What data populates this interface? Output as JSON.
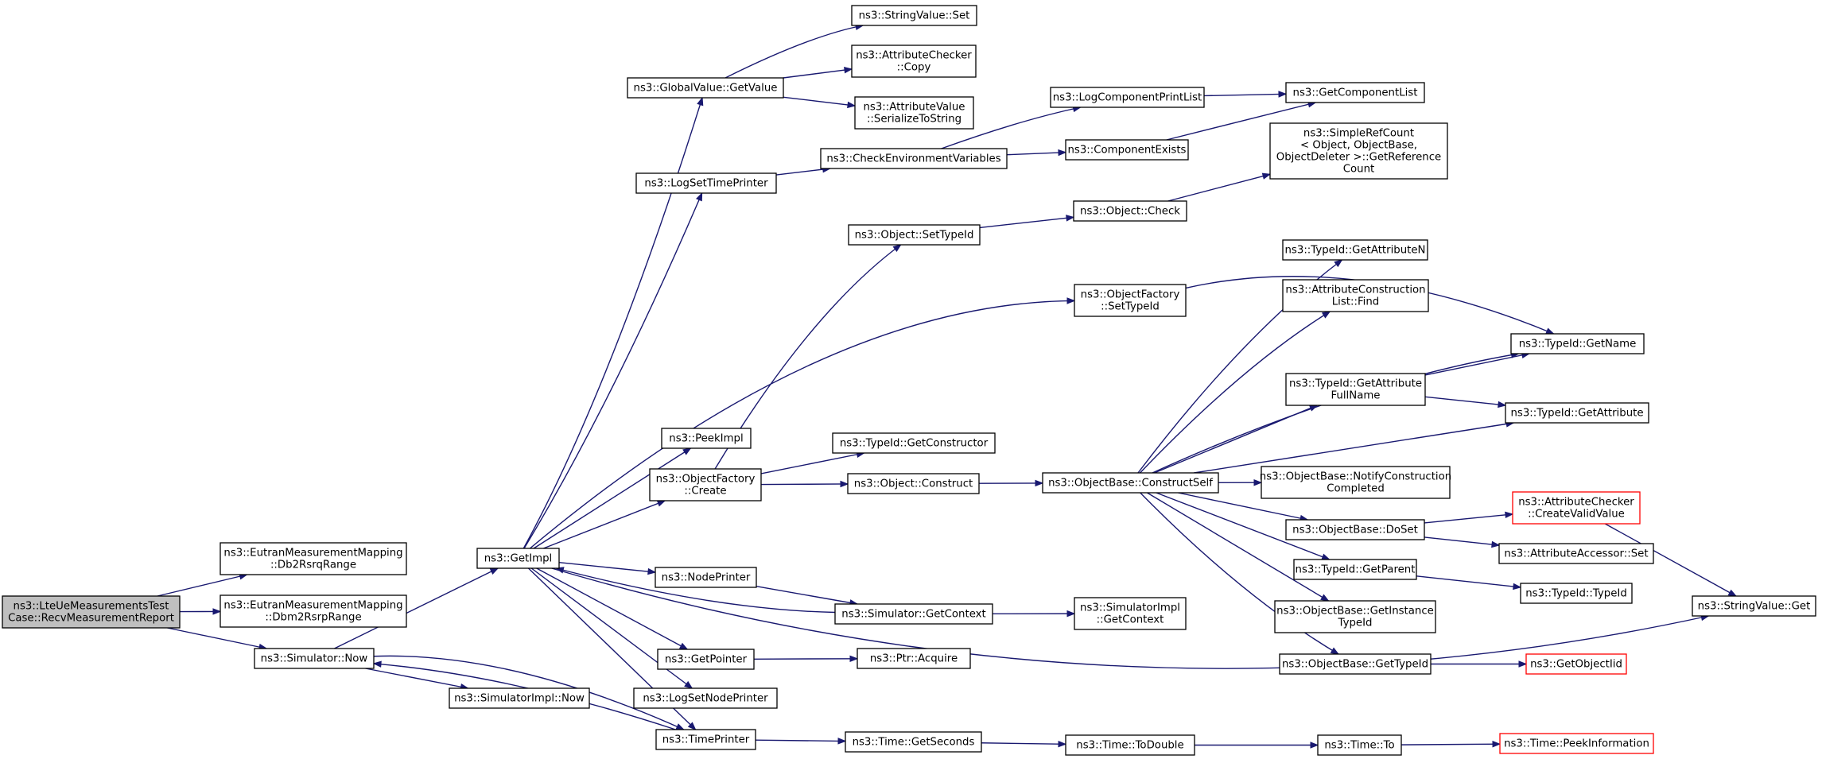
{
  "graph": {
    "colors": {
      "edge": "#191970",
      "node_border": "#000000",
      "truncated_border": "#ff0000",
      "root_fill": "#bfbfbf",
      "node_fill": "#ffffff"
    },
    "nodes": [
      {
        "id": "root",
        "lines": [
          "ns3::LteUeMeasurementsTest",
          "Case::RecvMeasurementReport"
        ],
        "style": "root"
      },
      {
        "id": "db2rsrq",
        "lines": [
          "ns3::EutranMeasurementMapping",
          "::Db2RsrqRange"
        ],
        "style": "normal"
      },
      {
        "id": "dbm2rsrp",
        "lines": [
          "ns3::EutranMeasurementMapping",
          "::Dbm2RsrpRange"
        ],
        "style": "normal"
      },
      {
        "id": "simnow",
        "lines": [
          "ns3::Simulator::Now"
        ],
        "style": "normal"
      },
      {
        "id": "getimpl",
        "lines": [
          "ns3::GetImpl"
        ],
        "style": "normal"
      },
      {
        "id": "simimplnow",
        "lines": [
          "ns3::SimulatorImpl::Now"
        ],
        "style": "normal"
      },
      {
        "id": "gvgetvalue",
        "lines": [
          "ns3::GlobalValue::GetValue"
        ],
        "style": "normal"
      },
      {
        "id": "logsettimeprinter",
        "lines": [
          "ns3::LogSetTimePrinter"
        ],
        "style": "normal"
      },
      {
        "id": "peekimpl",
        "lines": [
          "ns3::PeekImpl"
        ],
        "style": "normal"
      },
      {
        "id": "ofcreate",
        "lines": [
          "ns3::ObjectFactory",
          "::Create"
        ],
        "style": "normal"
      },
      {
        "id": "nodeprinter",
        "lines": [
          "ns3::NodePrinter"
        ],
        "style": "normal"
      },
      {
        "id": "getpointer",
        "lines": [
          "ns3::GetPointer"
        ],
        "style": "normal"
      },
      {
        "id": "logsetnodeprinter",
        "lines": [
          "ns3::LogSetNodePrinter"
        ],
        "style": "normal"
      },
      {
        "id": "timeprinter",
        "lines": [
          "ns3::TimePrinter"
        ],
        "style": "normal"
      },
      {
        "id": "svset",
        "lines": [
          "ns3::StringValue::Set"
        ],
        "style": "normal"
      },
      {
        "id": "accopy",
        "lines": [
          "ns3::AttributeChecker",
          "::Copy"
        ],
        "style": "normal"
      },
      {
        "id": "avser",
        "lines": [
          "ns3::AttributeValue",
          "::SerializeToString"
        ],
        "style": "normal"
      },
      {
        "id": "checkenv",
        "lines": [
          "ns3::CheckEnvironmentVariables"
        ],
        "style": "normal"
      },
      {
        "id": "objsettypeid",
        "lines": [
          "ns3::Object::SetTypeId"
        ],
        "style": "normal"
      },
      {
        "id": "tidgetctor",
        "lines": [
          "ns3::TypeId::GetConstructor"
        ],
        "style": "normal"
      },
      {
        "id": "objconstruct",
        "lines": [
          "ns3::Object::Construct"
        ],
        "style": "normal"
      },
      {
        "id": "simgetctx",
        "lines": [
          "ns3::Simulator::GetContext"
        ],
        "style": "normal"
      },
      {
        "id": "ptracquire",
        "lines": [
          "ns3::Ptr::Acquire"
        ],
        "style": "normal"
      },
      {
        "id": "timegetsec",
        "lines": [
          "ns3::Time::GetSeconds"
        ],
        "style": "normal"
      },
      {
        "id": "logcompprintlist",
        "lines": [
          "ns3::LogComponentPrintList"
        ],
        "style": "normal"
      },
      {
        "id": "compexists",
        "lines": [
          "ns3::ComponentExists"
        ],
        "style": "normal"
      },
      {
        "id": "objcheck",
        "lines": [
          "ns3::Object::Check"
        ],
        "style": "normal"
      },
      {
        "id": "ofsettypeid",
        "lines": [
          "ns3::ObjectFactory",
          "::SetTypeId"
        ],
        "style": "normal"
      },
      {
        "id": "obconstructself",
        "lines": [
          "ns3::ObjectBase::ConstructSelf"
        ],
        "style": "normal"
      },
      {
        "id": "simimplgetctx",
        "lines": [
          "ns3::SimulatorImpl",
          "::GetContext"
        ],
        "style": "normal"
      },
      {
        "id": "timetodouble",
        "lines": [
          "ns3::Time::ToDouble"
        ],
        "style": "normal"
      },
      {
        "id": "getcomplist",
        "lines": [
          "ns3::GetComponentList"
        ],
        "style": "normal"
      },
      {
        "id": "simplerefcount",
        "lines": [
          "ns3::SimpleRefCount",
          "< Object, ObjectBase,",
          " ObjectDeleter >::GetReference",
          "Count"
        ],
        "style": "normal"
      },
      {
        "id": "tidgetattrn",
        "lines": [
          "ns3::TypeId::GetAttributeN"
        ],
        "style": "normal"
      },
      {
        "id": "aclistfind",
        "lines": [
          "ns3::AttributeConstruction",
          "List::Find"
        ],
        "style": "normal"
      },
      {
        "id": "tidgetattrfull",
        "lines": [
          "ns3::TypeId::GetAttribute",
          "FullName"
        ],
        "style": "normal"
      },
      {
        "id": "obnotify",
        "lines": [
          "ns3::ObjectBase::NotifyConstruction",
          "Completed"
        ],
        "style": "normal"
      },
      {
        "id": "obdoset",
        "lines": [
          "ns3::ObjectBase::DoSet"
        ],
        "style": "normal"
      },
      {
        "id": "tidgetparent",
        "lines": [
          "ns3::TypeId::GetParent"
        ],
        "style": "normal"
      },
      {
        "id": "obgetinsttid",
        "lines": [
          "ns3::ObjectBase::GetInstance",
          "TypeId"
        ],
        "style": "normal"
      },
      {
        "id": "obgettid",
        "lines": [
          "ns3::ObjectBase::GetTypeId"
        ],
        "style": "normal"
      },
      {
        "id": "timeto",
        "lines": [
          "ns3::Time::To"
        ],
        "style": "normal"
      },
      {
        "id": "tidgetname",
        "lines": [
          "ns3::TypeId::GetName"
        ],
        "style": "normal"
      },
      {
        "id": "tidgetattr",
        "lines": [
          "ns3::TypeId::GetAttribute"
        ],
        "style": "normal"
      },
      {
        "id": "accreatevalid",
        "lines": [
          "ns3::AttributeChecker",
          "::CreateValidValue"
        ],
        "style": "truncated"
      },
      {
        "id": "aaset",
        "lines": [
          "ns3::AttributeAccessor::Set"
        ],
        "style": "normal"
      },
      {
        "id": "tidtypeid",
        "lines": [
          "ns3::TypeId::TypeId"
        ],
        "style": "normal"
      },
      {
        "id": "getobjectiid",
        "lines": [
          "ns3::GetObjectIid"
        ],
        "style": "truncated"
      },
      {
        "id": "timepeekinfo",
        "lines": [
          "ns3::Time::PeekInformation"
        ],
        "style": "truncated"
      },
      {
        "id": "svget",
        "lines": [
          "ns3::StringValue::Get"
        ],
        "style": "normal"
      }
    ]
  }
}
